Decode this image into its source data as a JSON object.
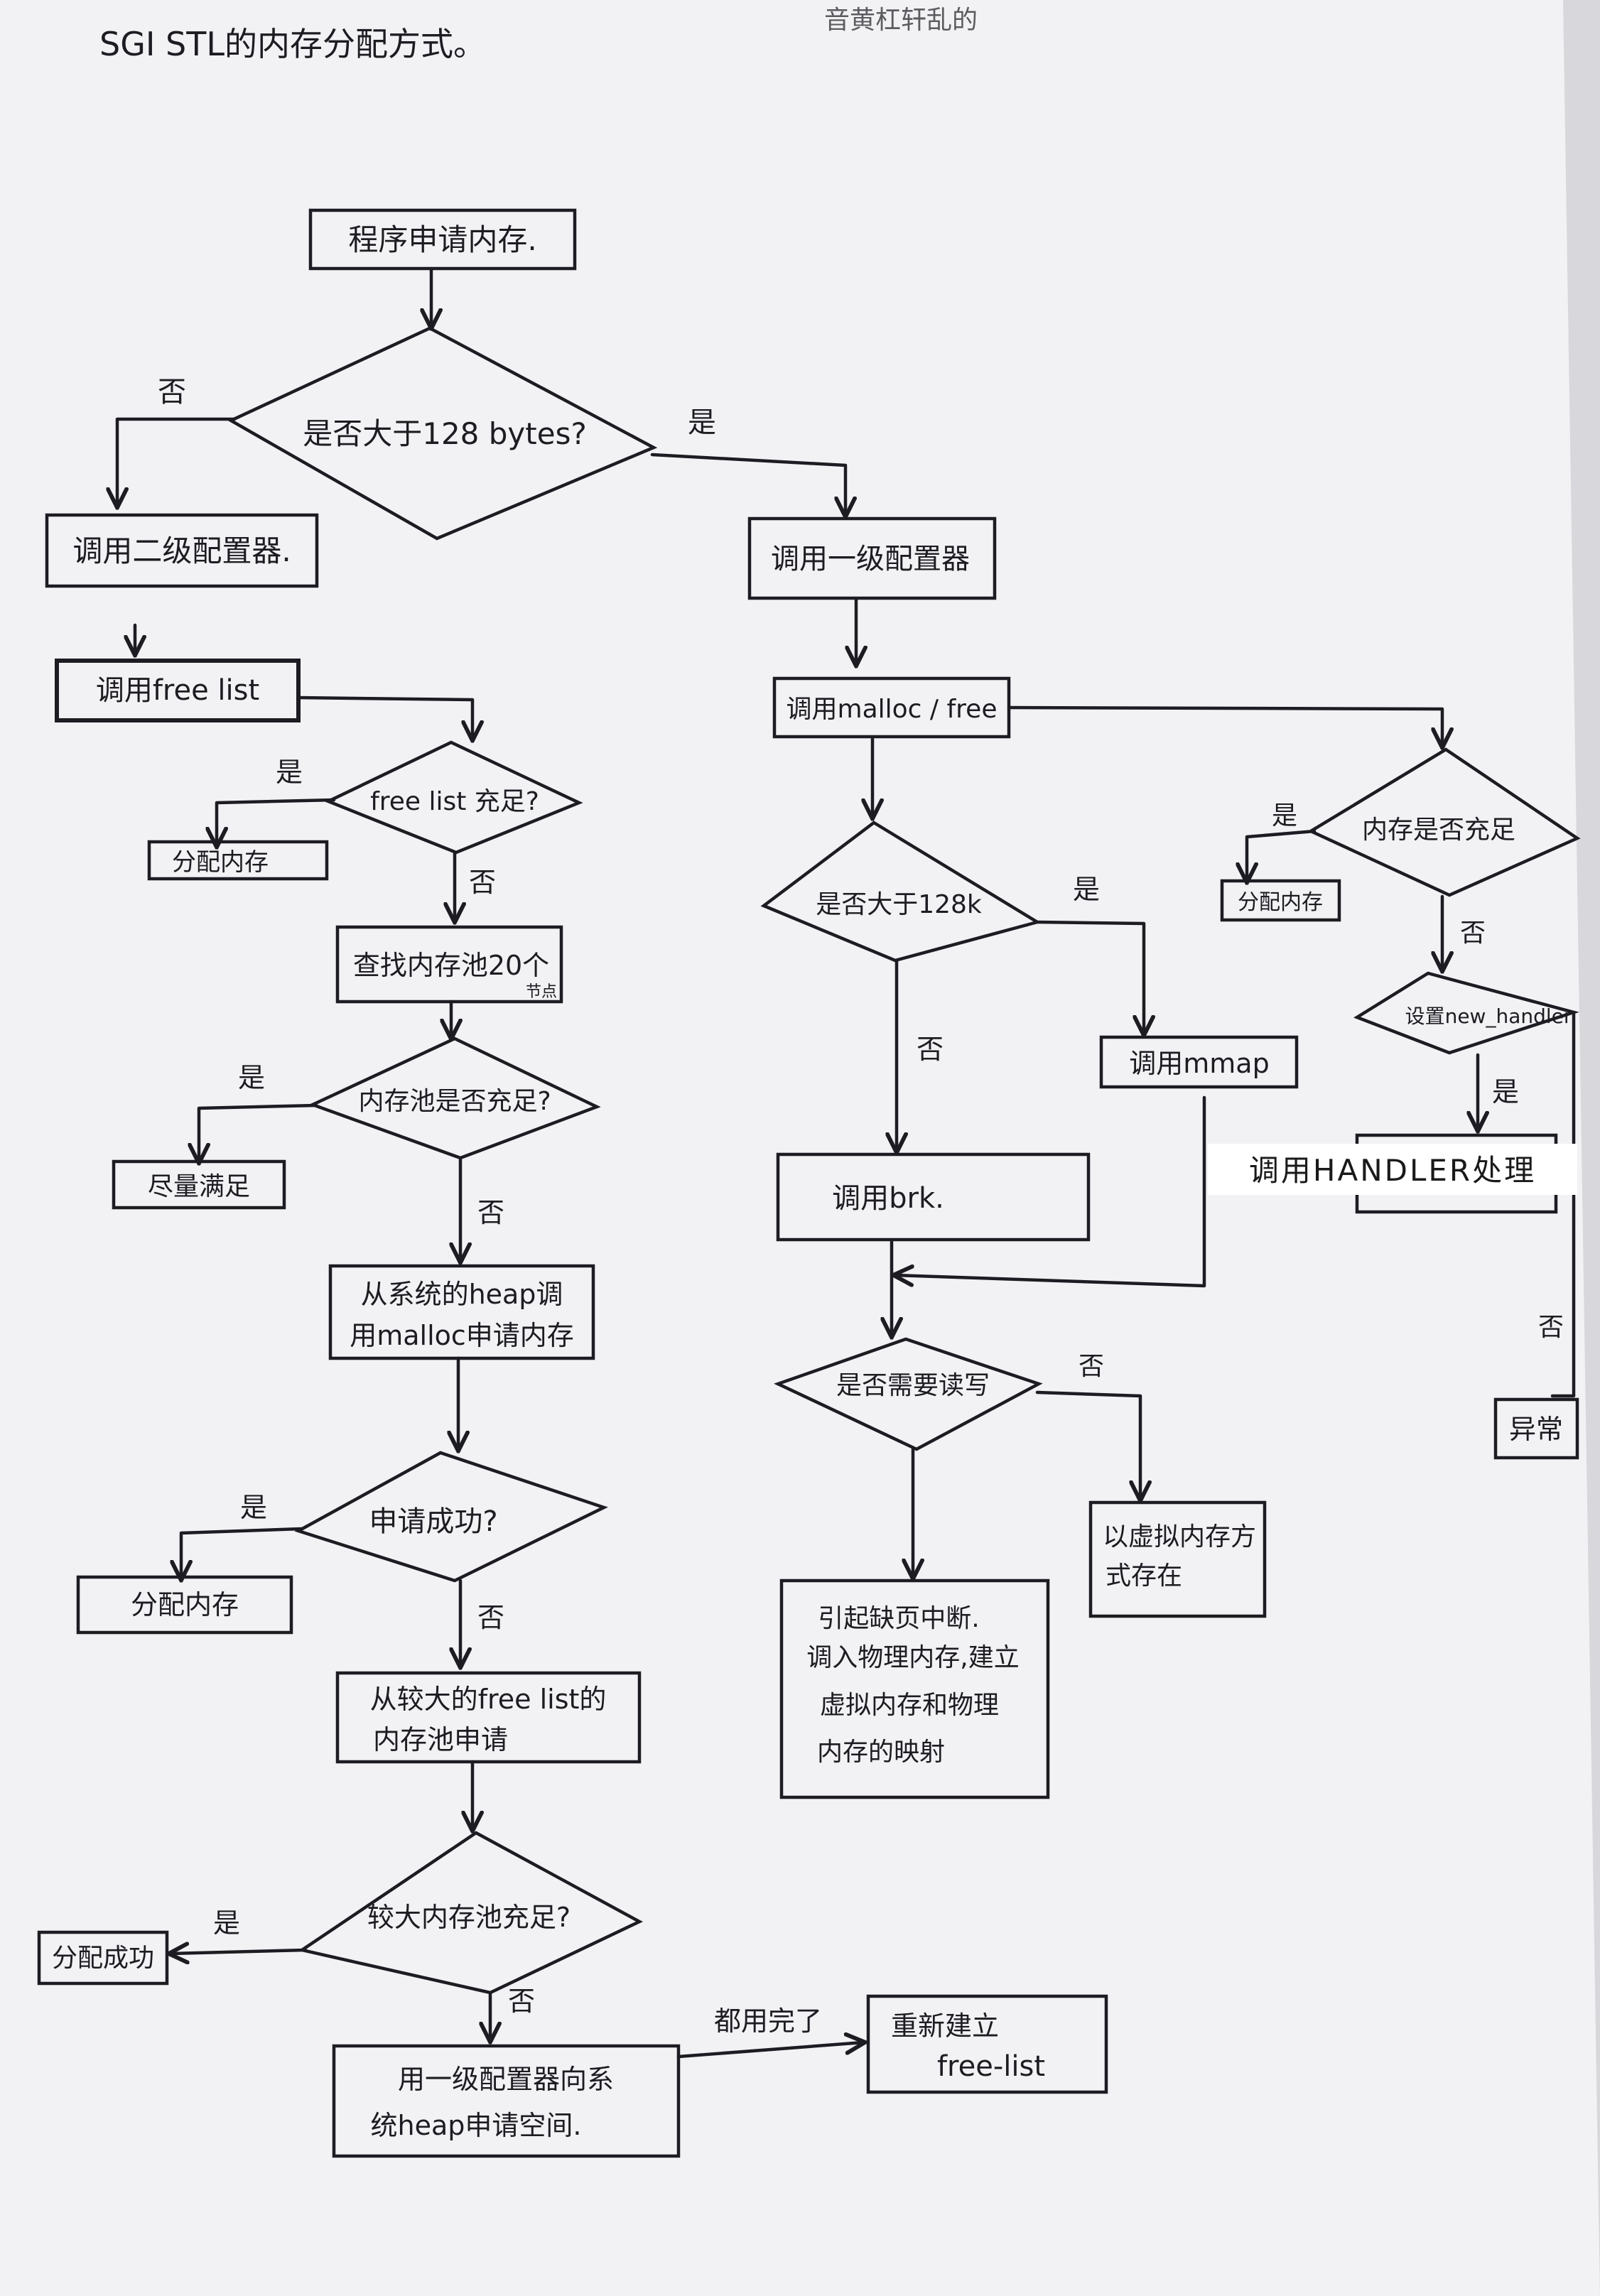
{
  "page": {
    "title": "SGI STL的内存分配方式。",
    "top_edge_text": "音黄杠轩乱的"
  },
  "nodes": {
    "start": "程序申请内存.",
    "d_gt128": "是否大于128 bytes?",
    "second_level": "调用二级配置器.",
    "first_level": "调用一级配置器",
    "call_freelist": "调用free list",
    "d_freelist": "free list 充足?",
    "alloc_mem_1": "分配内存",
    "find_pool": "查找内存池20个",
    "find_pool_sub": "节点",
    "d_pool": "内存池是否充足?",
    "satisfy": "尽量满足",
    "heap_malloc_1": "从系统的heap调",
    "heap_malloc_2": "用malloc申请内存",
    "d_apply_ok": "申请成功?",
    "alloc_mem_2": "分配内存",
    "pool_request_1": "从较大的free list的",
    "pool_request_2": "内存池申请",
    "d_pool_enough": "较大内存池充足?",
    "alloc_success": "分配成功",
    "first_level_heap_1": "用一级配置器向系",
    "first_level_heap_2": "统heap申请空间.",
    "rebuild_1": "重新建立",
    "rebuild_2": "free-list",
    "call_malloc_free": "调用malloc / free",
    "d_gt128k": "是否大于128k",
    "call_mmap": "调用mmap",
    "call_brk": "调用brk.",
    "d_rw": "是否需要读写",
    "page_fault_1": "引起缺页中断.",
    "page_fault_2": "调入物理内存,建立",
    "page_fault_3": "虚拟内存和物理",
    "page_fault_4": "内存的映射",
    "virtual_only_1": "以虚拟内存方",
    "virtual_only_2": "式存在",
    "d_mem_enough": "内存是否充足",
    "alloc_mem_3": "分配内存",
    "set_handler": "设置new_handler",
    "call_handler": "调用HANDLER处理",
    "exception": "异常"
  },
  "edge_labels": {
    "yes": "是",
    "no": "否",
    "all_used": "都用完了"
  }
}
